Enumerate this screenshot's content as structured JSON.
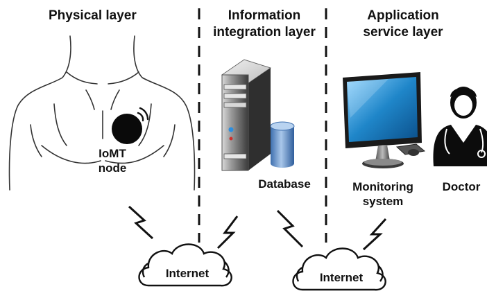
{
  "layers": {
    "physical": {
      "title": "Physical layer"
    },
    "integration": {
      "title_line1": "Information",
      "title_line2": "integration layer"
    },
    "application": {
      "title_line1": "Application",
      "title_line2": "service layer"
    }
  },
  "labels": {
    "node_line1": "IoMT",
    "node_line2": "node",
    "database": "Database",
    "monitoring_line1": "Monitoring",
    "monitoring_line2": "system",
    "doctor": "Doctor"
  },
  "clouds": {
    "left": "Internet",
    "right": "Internet"
  },
  "colors": {
    "outline": "#222222",
    "screen": "#1f86c9",
    "server": "#8a8a8a",
    "database": "#5b87c2"
  },
  "icons": [
    "human-torso-icon",
    "iomt-node-icon",
    "wireless-signal-icon",
    "server-tower-icon",
    "database-cylinder-icon",
    "monitor-icon",
    "keyboard-icon",
    "mouse-icon",
    "doctor-icon",
    "lightning-bolt-icon",
    "cloud-icon"
  ]
}
